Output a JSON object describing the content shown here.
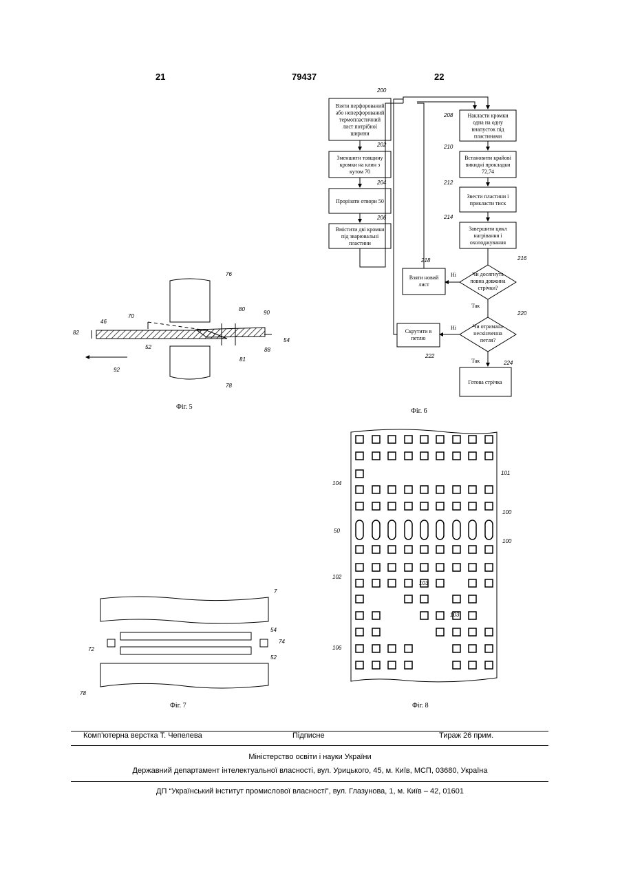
{
  "header": {
    "left_page": "21",
    "patent_number": "79437",
    "right_page": "22"
  },
  "fig6": {
    "caption": "Фіг. 6",
    "left_steps": [
      {
        "ref": "200",
        "lines": [
          "Взяти перфорований",
          "або неперфорований",
          "термопластичний",
          "лист потрібної",
          "ширини"
        ]
      },
      {
        "ref": "202",
        "lines": [
          "Зменшити товщину",
          "кромки на клин з",
          "кутом 70"
        ]
      },
      {
        "ref": "204",
        "lines": [
          "Прорізати отвори 50"
        ]
      },
      {
        "ref": "206",
        "lines": [
          "Вмістити дві кромки",
          "під зварювальні",
          "пластини"
        ]
      }
    ],
    "right_steps": [
      {
        "ref": "208",
        "lines": [
          "Накласти кромки",
          "одна на одну",
          "внапусток під",
          "пластинами"
        ]
      },
      {
        "ref": "210",
        "lines": [
          "Встановити крайові",
          "викидні прокладки",
          "72,74"
        ]
      },
      {
        "ref": "212",
        "lines": [
          "Звести пластини і",
          "прикласти тиск"
        ]
      },
      {
        "ref": "214",
        "lines": [
          "Завершити цикл",
          "нагрівання і",
          "охолоджування"
        ]
      }
    ],
    "decisions": [
      {
        "ref": "216",
        "lines": [
          "Чи досягнута",
          "повна довжина",
          "стрічки?"
        ],
        "no": "Ні",
        "yes": "Так"
      },
      {
        "ref": "220",
        "lines": [
          "Чи отримана",
          "нескінченна",
          "петля?"
        ],
        "no": "Ні",
        "yes": "Так"
      }
    ],
    "side_boxes": [
      {
        "ref": "218",
        "lines": [
          "Взяти новий",
          "лист"
        ]
      },
      {
        "ref": "222",
        "lines": [
          "Скрутити в",
          "петлю"
        ]
      }
    ],
    "final": {
      "ref": "224",
      "lines": [
        "Готова стрічка"
      ]
    }
  },
  "fig5": {
    "caption": "Фіг. 5",
    "labels": [
      "76",
      "70",
      "46",
      "82",
      "52",
      "92",
      "80",
      "90",
      "54",
      "88",
      "81",
      "78"
    ]
  },
  "fig7": {
    "caption": "Фіг. 7",
    "labels": [
      "7",
      "54",
      "74",
      "72",
      "52",
      "78"
    ]
  },
  "fig8": {
    "caption": "Фіг. 8",
    "labels": [
      "101",
      "104",
      "100",
      "50",
      "100",
      "102",
      "103",
      "103",
      "106"
    ]
  },
  "footer": {
    "layout": "Комп’ютерна верстка Т. Чепелева",
    "signed": "Підписне",
    "print_run": "Тираж 26 прим.",
    "ministry": "Міністерство освіти і науки України",
    "department": "Державний департамент інтелектуальної власності, вул. Урицького, 45, м. Київ, МСП, 03680, Україна",
    "institute": "ДП “Український інститут промислової власності”, вул. Глазунова, 1, м. Київ – 42, 01601"
  }
}
